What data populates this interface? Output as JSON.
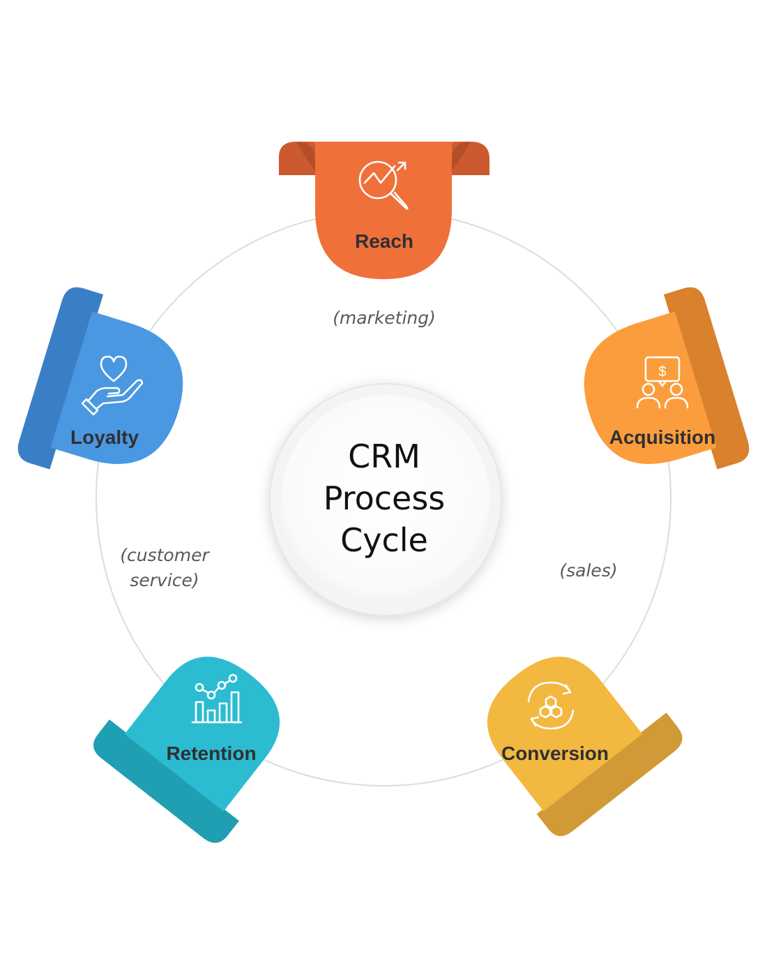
{
  "center": {
    "lines": [
      "CRM",
      "Process",
      "Cycle"
    ]
  },
  "stages": [
    {
      "label": "Reach",
      "icon": "magnifier-growth-chart-icon",
      "color": "#f0703a",
      "fold_color": "#cc5a2e"
    },
    {
      "label": "Acquisition",
      "icon": "customers-money-chat-icon",
      "color": "#fb9d3c",
      "fold_color": "#d9812d"
    },
    {
      "label": "Conversion",
      "icon": "conversion-cycle-icon",
      "color": "#f2b840",
      "fold_color": "#d19a36"
    },
    {
      "label": "Retention",
      "icon": "growth-bar-chart-icon",
      "color": "#2bbcd1",
      "fold_color": "#1f9fb1"
    },
    {
      "label": "Loyalty",
      "icon": "heart-in-hand-icon",
      "color": "#4a98e1",
      "fold_color": "#3a7fc6"
    }
  ],
  "notes": {
    "marketing": "(marketing)",
    "sales": "(sales)",
    "customer_service_line1": "(customer",
    "customer_service_line2": "service)"
  }
}
